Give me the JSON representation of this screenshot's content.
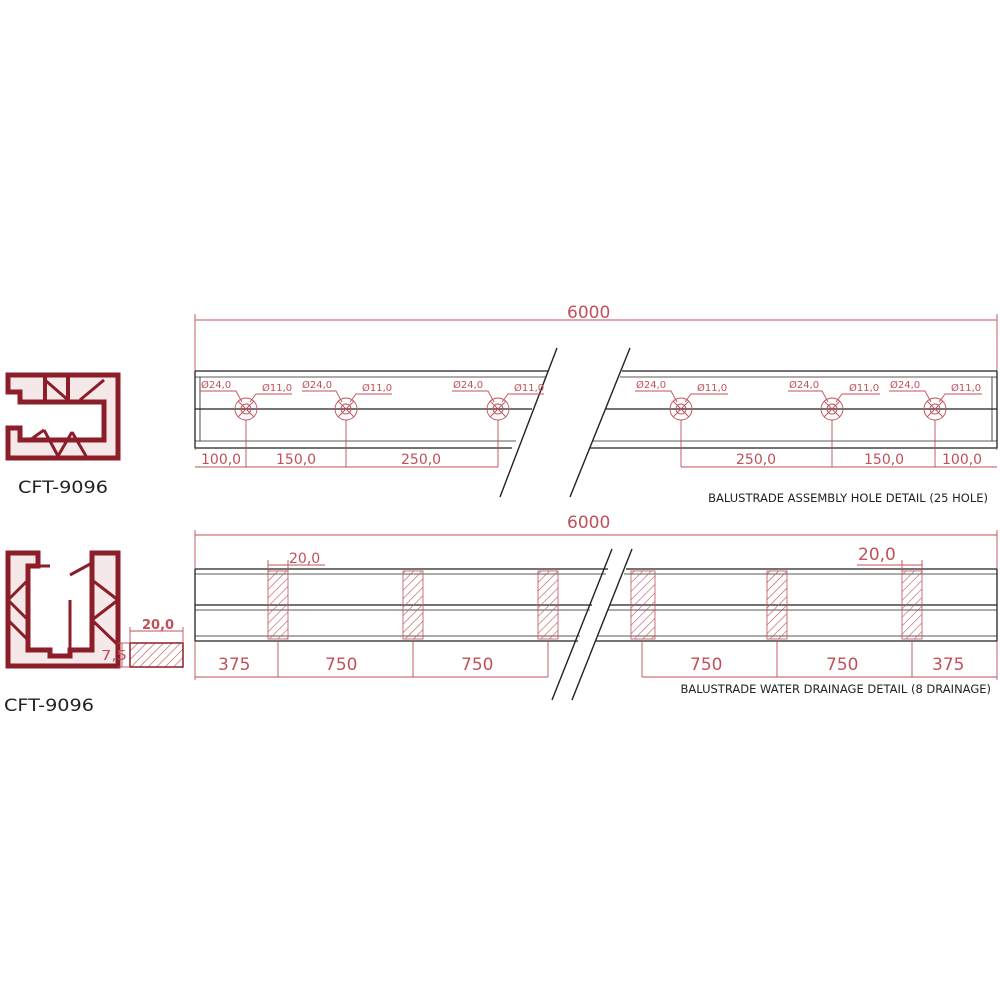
{
  "colors": {
    "dimension": "#c0505a",
    "profile": "#8b1e28",
    "line": "#222222"
  },
  "section_top": {
    "profile_code": "CFT-9096",
    "total_length": "6000",
    "hole_outer": "Ø24,0",
    "hole_inner": "Ø11,0",
    "spacings": [
      "100,0",
      "150,0",
      "250,0",
      "250,0",
      "150,0",
      "100,0"
    ],
    "caption": "BALUSTRADE ASSEMBLY HOLE DETAIL (25 HOLE)"
  },
  "section_bottom": {
    "profile_code": "CFT-9096",
    "total_length": "6000",
    "slot_width": "20,0",
    "slot_height": "7,5",
    "detail_width": "20,0",
    "spacings": [
      "375",
      "750",
      "750",
      "750",
      "750",
      "375"
    ],
    "caption": "BALUSTRADE WATER DRAINAGE DETAIL (8 DRAINAGE)"
  }
}
